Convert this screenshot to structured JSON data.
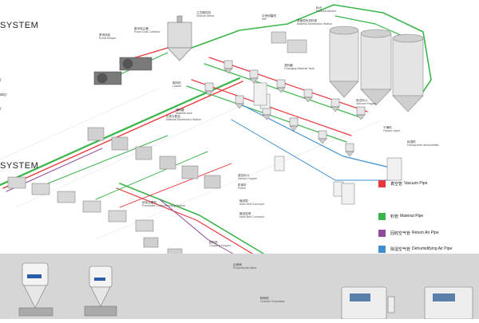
{
  "title": {
    "line1": "SYSTEM",
    "line2": "SYSTEM"
  },
  "side_fragments": {
    "a": "/",
    "b": "acy:",
    "c": "/"
  },
  "colors": {
    "vacuum": "#e8383d",
    "material": "#3ab54a",
    "return_air": "#8e4a9c",
    "dehumidifying": "#3d8fd0",
    "band": "#d6d6d6"
  },
  "legend": [
    {
      "cn": "真空管",
      "en": "Vacuum Pipe"
    },
    {
      "cn": "料管",
      "en": "Material Pipe"
    },
    {
      "cn": "回收空气管",
      "en": "Return Air Pipe"
    },
    {
      "cn": "除湿空气管",
      "en": "Dehumidifying Air Pipe"
    }
  ],
  "labels": {
    "vertical_stirrer": {
      "cn": "立式搅拌机",
      "en": "Vertical Stirrer"
    },
    "pulse_dust_collector": {
      "cn": "脉冲除尘器",
      "en": "Pulse Dust Collector"
    },
    "roots_blower": {
      "cn": "罗茨风机",
      "en": "Roots Blower"
    },
    "mill": {
      "cn": "中央研磨机",
      "en": "Mill"
    },
    "material_distribution_station": {
      "cn": "表面层料机料架",
      "en": "Material Distribution Station"
    },
    "silo": {
      "cn": "料仓",
      "en": "Material silo/bin"
    },
    "loader": {
      "cn": "吸料机",
      "en": "Loader"
    },
    "tube_station": {
      "cn": "储料罐",
      "en": "Material tank"
    },
    "mixing_material_tank": {
      "cn": "混料罐",
      "en": "Changing Material Tank"
    },
    "hopper_dryer": {
      "cn": "干燥机",
      "en": "Hopper dryer"
    },
    "vacuum_hopper": {
      "cn": "真空料斗",
      "en": "Vacuum Hopper"
    },
    "dehumidifier": {
      "cn": "除湿机",
      "en": "Honeycomb dehumidifier"
    },
    "sensor_hopper": {
      "cn": "感应料斗",
      "en": "Sensor Hopper"
    },
    "dosing": {
      "cn": "机械手",
      "en": "Robot"
    },
    "pneumatic_feeder": {
      "cn": "双色注塑机",
      "en": "Pneumatic Chiller/Molding Station"
    },
    "auto_belt_conveyor": {
      "cn": "输送带",
      "en": "Auto Belt Conveyor"
    },
    "main_belt_conveyor": {
      "cn": "输送皮带",
      "en": "Main Belt Conveyor"
    },
    "coupling_hopper": {
      "cn": "配料机",
      "en": "Coupling Hopper"
    },
    "proportional_valve": {
      "cn": "比例阀",
      "en": "Proportional Valve"
    },
    "granulator": {
      "cn": "粉碎机",
      "en": "Crusher Granulator"
    },
    "material_dist_station2": {
      "cn": "中央分配站",
      "en": "Material Distribution Station"
    }
  }
}
